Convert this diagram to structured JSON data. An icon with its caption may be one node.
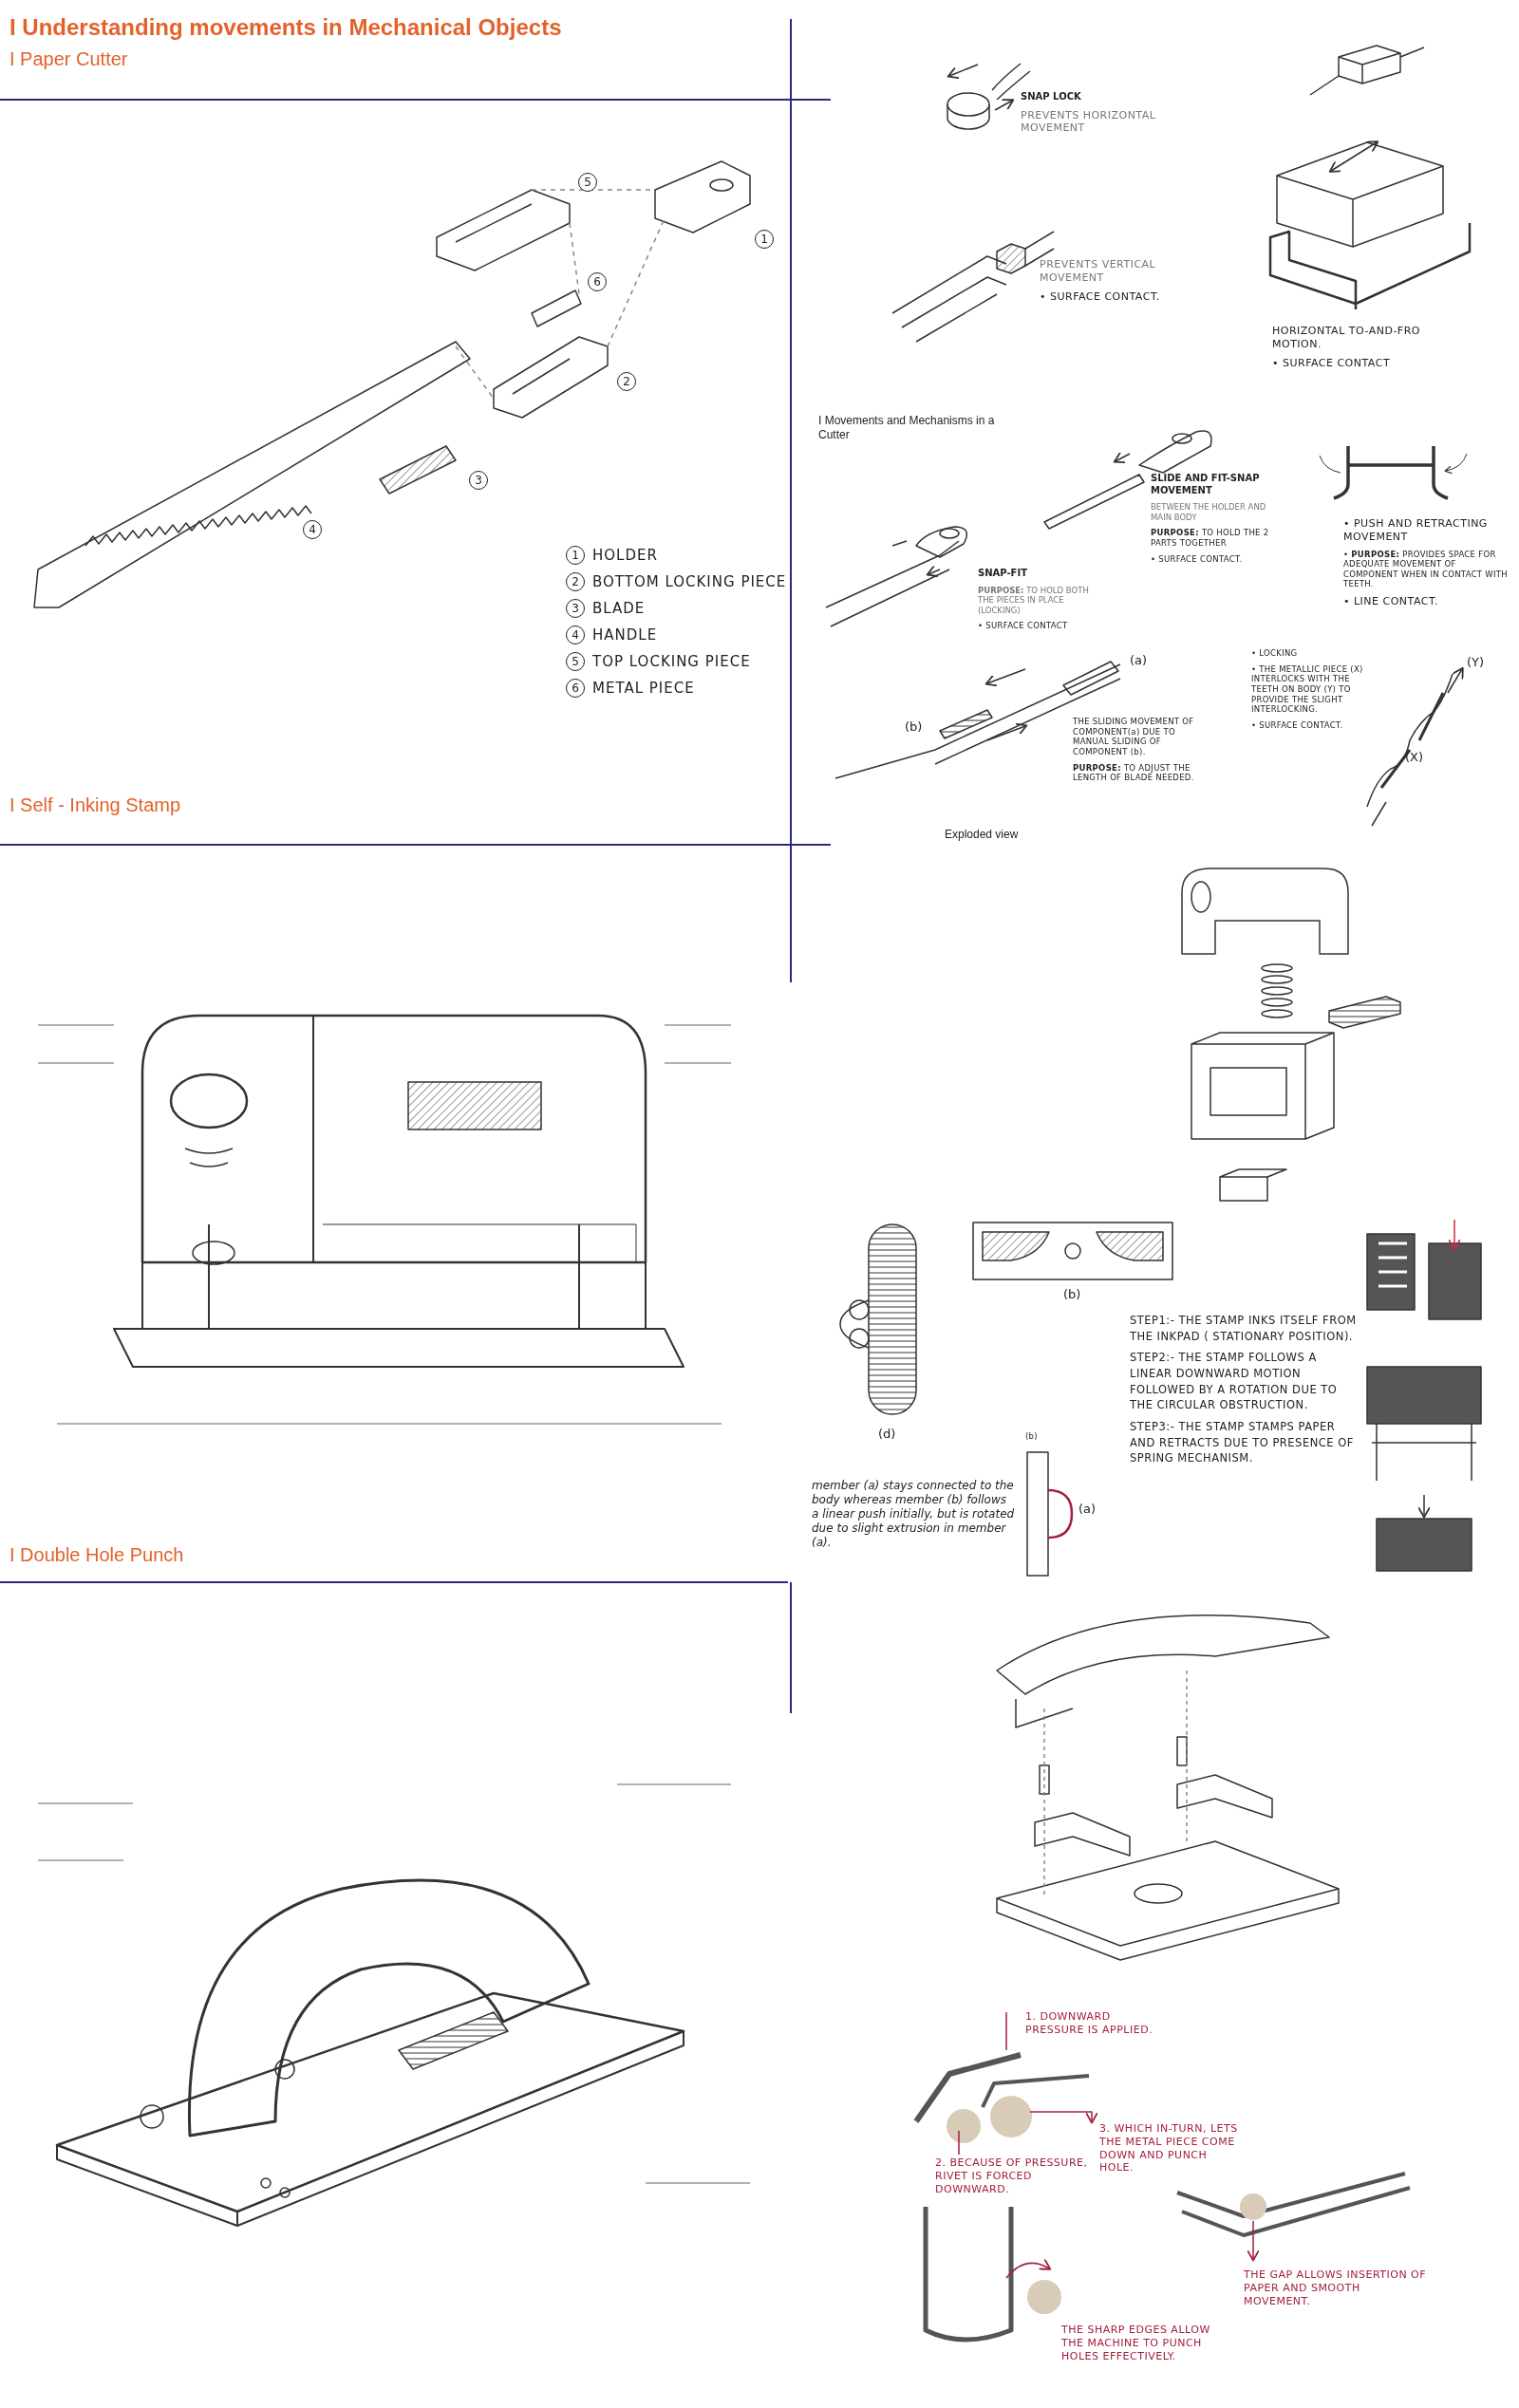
{
  "diagram": {
    "title": "I Understanding movements in Mechanical Objects",
    "labels": [
      "I Paper Cutter",
      "5",
      "1",
      "6",
      "2",
      "3",
      "4",
      "1",
      "HOLDER",
      "2",
      "BOTTOM LOCKING PIECE",
      "3",
      "BLADE",
      "4",
      "HANDLE",
      "5",
      "TOP LOCKING PIECE",
      "6",
      "METAL PIECE",
      "I Self - Inking Stamp",
      "SNAP LOCK",
      "PREVENTS HORIZONTAL MOVEMENT",
      "PREVENTS VERTICAL MOVEMENT",
      "• SURFACE CONTACT.",
      "HORIZONTAL TO-AND-FRO MOTION.",
      "• SURFACE CONTACT",
      "I Movements and Mechanisms in a Cutter",
      "SLIDE AND FIT-SNAP MOVEMENT",
      "BETWEEN THE HOLDER AND MAIN BODY",
      "**PURPOSE:** TO HOLD THE 2 PARTS TOGETHER",
      "• SURFACE CONTACT.",
      "SNAP-FIT",
      "**PURPOSE:** TO HOLD BOTH THE PIECES IN PLACE (LOCKING)",
      "• SURFACE CONTACT",
      "• PUSH AND RETRACTING MOVEMENT",
      "• **PURPOSE:** PROVIDES SPACE FOR ADEQUATE MOVEMENT OF COMPONENT WHEN IN CONTACT WITH TEETH.",
      "• LINE CONTACT.",
      "(a)",
      "(b)",
      "THE SLIDING MOVEMENT OF COMPONENT(a) DUE TO MANUAL SLIDING OF COMPONENT (b).",
      "**PURPOSE:** TO ADJUST THE LENGTH OF BLADE NEEDED.",
      "• LOCKING",
      "• THE METALLIC PIECE (X) INTERLOCKS WITH THE TEETH ON BODY (Y) TO PROVIDE THE SLIGHT INTERLOCKING.",
      "• SURFACE CONTACT.",
      "(Y)",
      "(X)",
      "Exploded view",
      "(b)",
      "(d)",
      "(b)",
      "(a)",
      "member (a) stays connected to the body whereas member (b) follows a linear push initially, but is rotated due to slight extrusion in member (a).",
      "STEP1:- THE STAMP INKS ITSELF FROM THE INKPAD ( STATIONARY POSITION).",
      "STEP2:- THE STAMP FOLLOWS A LINEAR DOWNWARD MOTION FOLLOWED BY A ROTATION DUE TO THE CIRCULAR OBSTRUCTION.",
      "STEP3:- THE STAMP STAMPS PAPER AND RETRACTS DUE TO PRESENCE OF SPRING MECHANISM.",
      "I Double Hole Punch",
      "1. DOWNWARD PRESSURE IS APPLIED.",
      "3. WHICH IN-TURN, LETS THE METAL PIECE COME DOWN AND PUNCH HOLE.",
      "2. BECAUSE OF PRESSURE, RIVET IS FORCED DOWNWARD.",
      "THE GAP ALLOWS INSERTION OF PAPER AND SMOOTH MOVEMENT.",
      "THE SHARP EDGES ALLOW THE MACHINE TO PUNCH HOLES EFFECTIVELY."
    ]
  }
}
